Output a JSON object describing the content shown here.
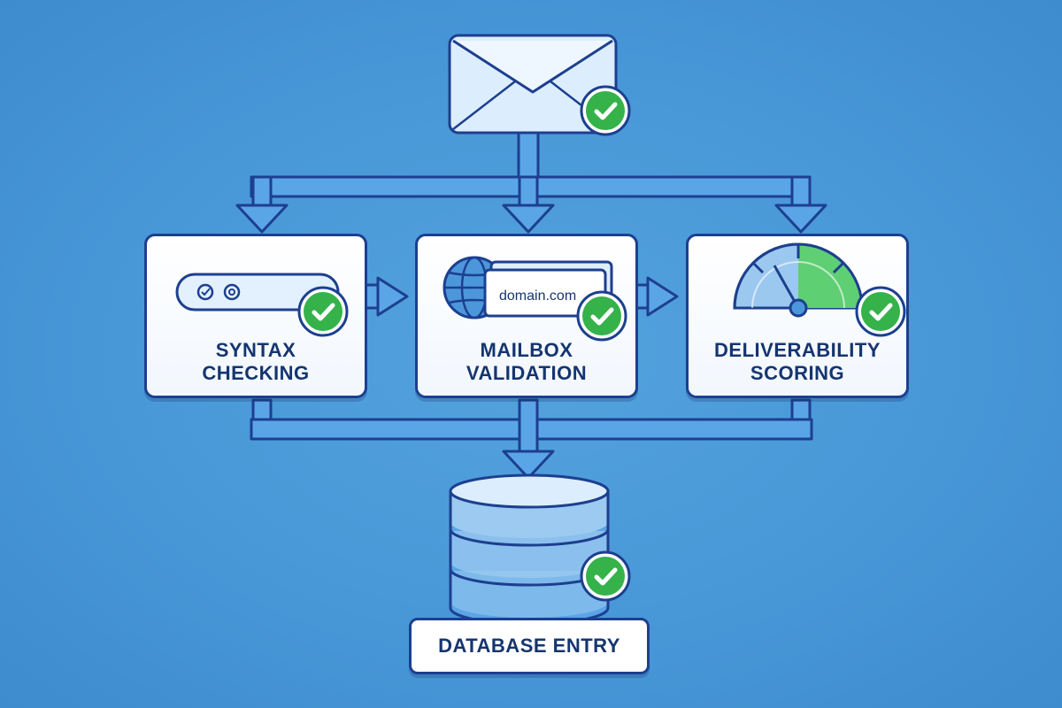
{
  "steps": {
    "syntax": {
      "line1": "SYNTAX",
      "line2": "CHECKING"
    },
    "mailbox": {
      "line1": "MAILBOX",
      "line2": "VALIDATION",
      "domain_text": "domain.com"
    },
    "deliverability": {
      "line1": "DELIVERABILITY",
      "line2": "SCORING"
    }
  },
  "database": {
    "label": "DATABASE ENTRY"
  },
  "colors": {
    "background": "#4796d6",
    "outline": "#1d3f8f",
    "arrow_fill": "#5aa5e6",
    "check_green": "#35b24a",
    "card_fill": "#ffffff"
  },
  "icons": [
    "envelope-icon",
    "check-icon",
    "email-field-icon",
    "globe-icon",
    "gauge-icon",
    "database-icon"
  ]
}
